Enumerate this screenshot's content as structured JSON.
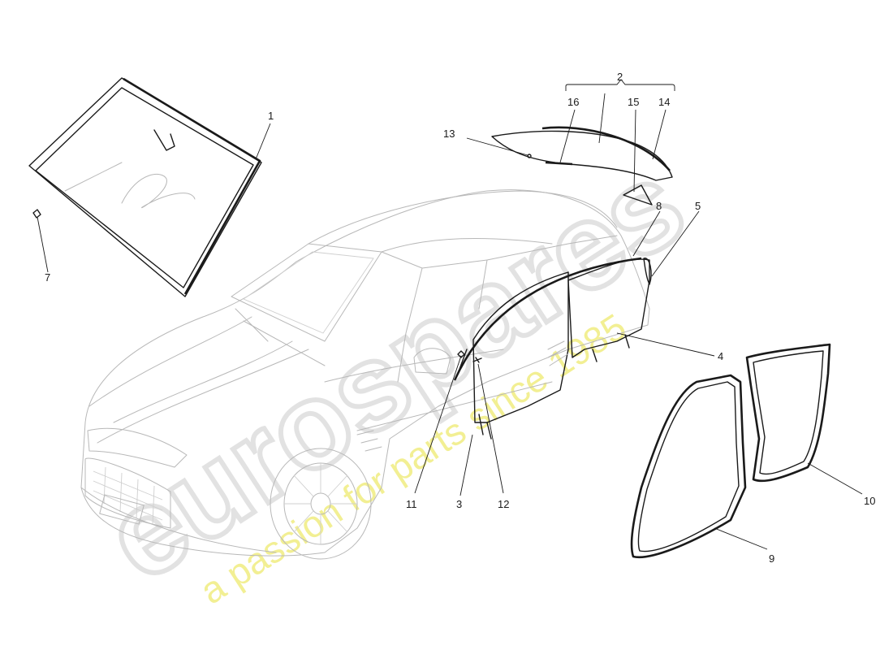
{
  "watermark": {
    "brand": "eurospares",
    "tagline": "a passion for parts since 1985",
    "brand_color": "#d9d9d9",
    "tagline_color": "#eeea70"
  },
  "callouts": [
    {
      "id": "1",
      "label": "1"
    },
    {
      "id": "2",
      "label": "2"
    },
    {
      "id": "3",
      "label": "3"
    },
    {
      "id": "4",
      "label": "4"
    },
    {
      "id": "5",
      "label": "5"
    },
    {
      "id": "7",
      "label": "7"
    },
    {
      "id": "8",
      "label": "8"
    },
    {
      "id": "9",
      "label": "9"
    },
    {
      "id": "10",
      "label": "10"
    },
    {
      "id": "11",
      "label": "11"
    },
    {
      "id": "12",
      "label": "12"
    },
    {
      "id": "13",
      "label": "13"
    },
    {
      "id": "14",
      "label": "14"
    },
    {
      "id": "15",
      "label": "15"
    },
    {
      "id": "16",
      "label": "16"
    }
  ]
}
